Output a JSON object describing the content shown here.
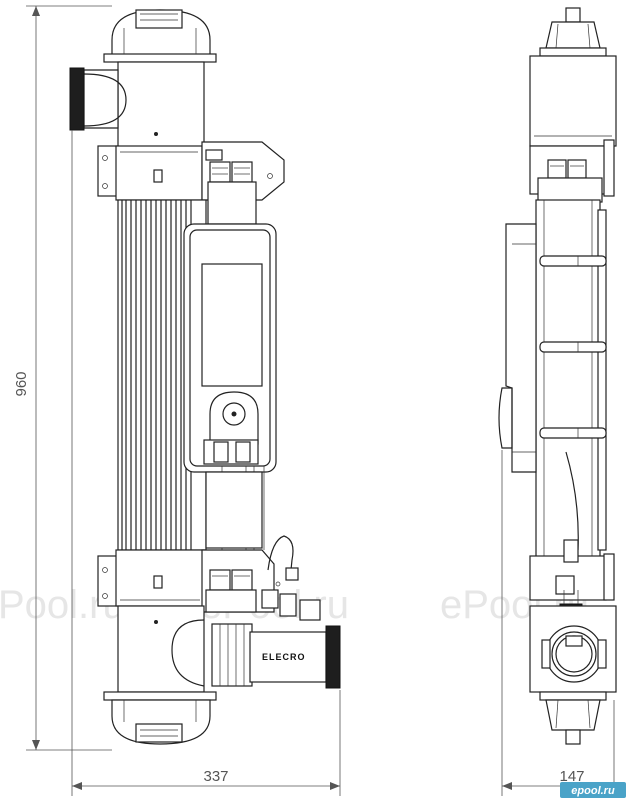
{
  "dimensions": {
    "height_label": "960",
    "width_label": "337",
    "depth_label": "147"
  },
  "brand_label": "ELECRO",
  "watermark": {
    "left": "Pool.ru",
    "center": "ePool.ru",
    "right": "ePool.ru"
  },
  "logo": {
    "text": "epool.ru",
    "color": "#4aa3c8"
  }
}
